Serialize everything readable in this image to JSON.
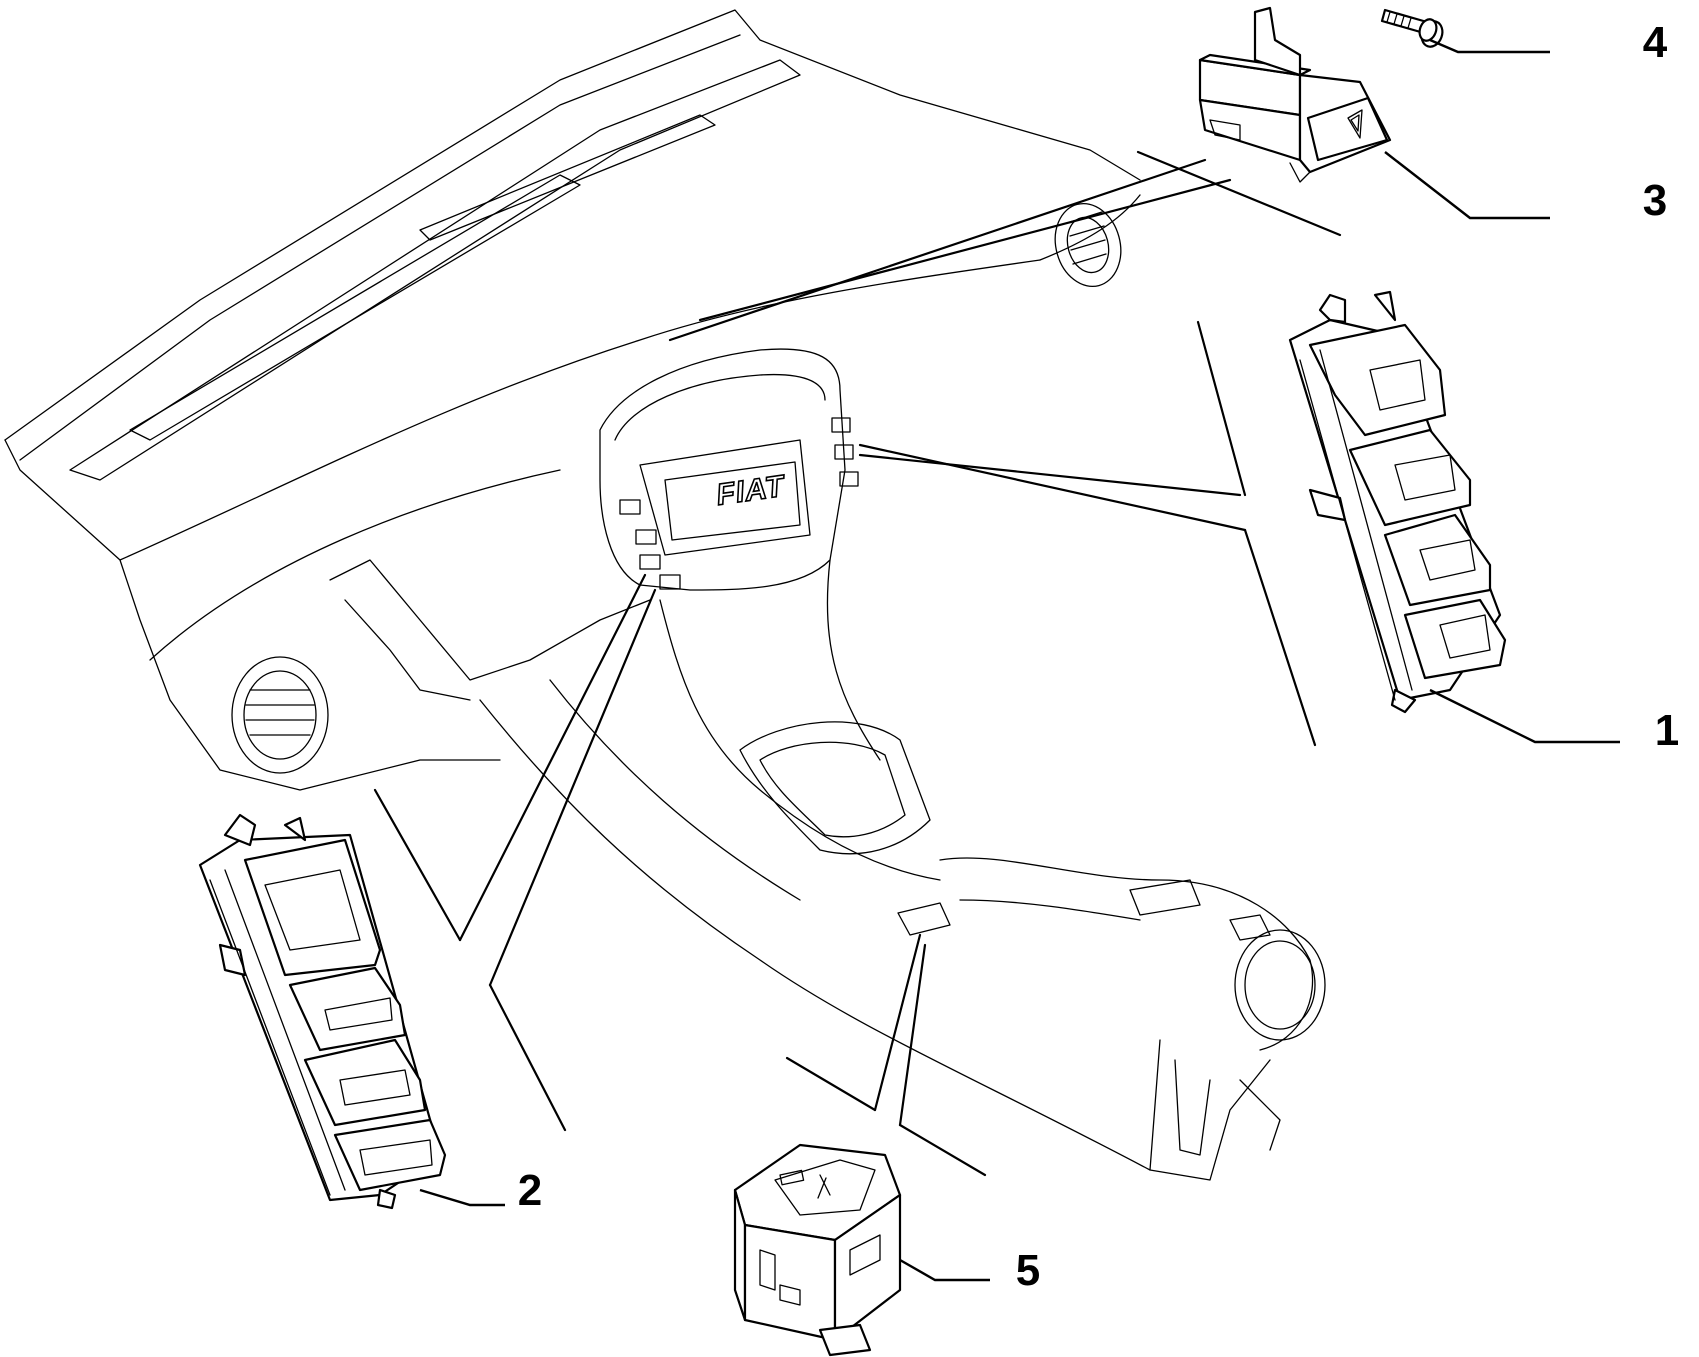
{
  "logo_text": "FIAT",
  "callouts": [
    {
      "id": "1",
      "label": "1",
      "part": "switch-block-right"
    },
    {
      "id": "2",
      "label": "2",
      "part": "switch-block-left"
    },
    {
      "id": "3",
      "label": "3",
      "part": "hazard-switch"
    },
    {
      "id": "4",
      "label": "4",
      "part": "screw"
    },
    {
      "id": "5",
      "label": "5",
      "part": "console-switch"
    }
  ]
}
